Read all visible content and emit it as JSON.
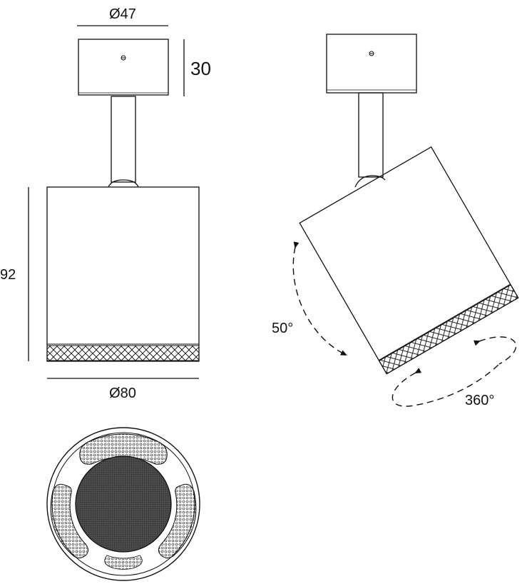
{
  "dimensions": {
    "top_diameter": "Ø47",
    "top_height": "30",
    "body_height": "92",
    "body_diameter": "Ø80"
  },
  "rotation": {
    "tilt_angle": "50°",
    "spin_angle": "360°"
  },
  "colors": {
    "stroke": "#111111",
    "background": "#ffffff",
    "lens": "#3a3a3a"
  }
}
